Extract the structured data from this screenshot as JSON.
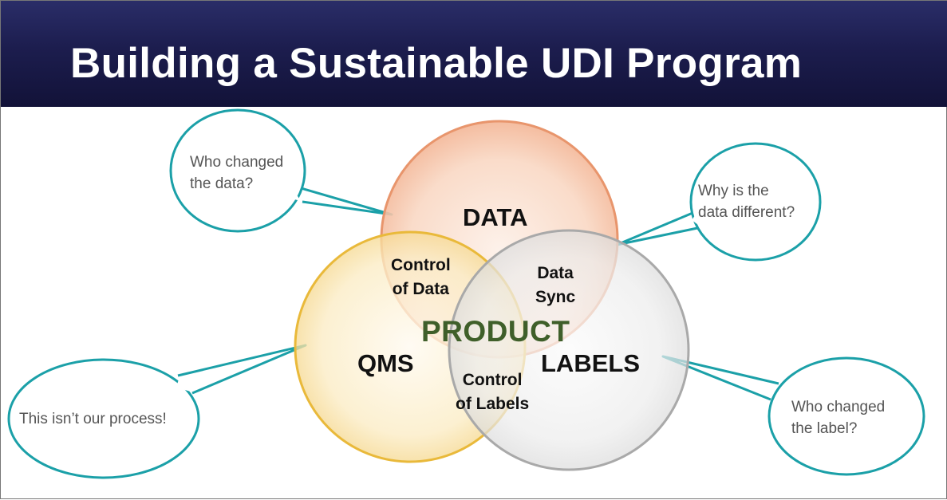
{
  "slide": {
    "title": "Building a Sustainable UDI Program"
  },
  "diagram": {
    "circles": {
      "data": "DATA",
      "qms": "QMS",
      "labels": "LABELS"
    },
    "overlaps": {
      "control_of_data": "Control\nof Data",
      "data_sync": "Data\nSync",
      "control_of_labels": "Control\nof Labels"
    },
    "center": "PRODUCT"
  },
  "bubbles": {
    "top_left": "Who changed\nthe data?",
    "top_right": "Why is the\ndata different?",
    "bottom_left": "This isn’t our process!",
    "bottom_right": "Who changed\nthe label?"
  },
  "colors": {
    "header": "#1c1d4e",
    "bubble_stroke": "#1ba0a8",
    "data_circle": "#f0a27e",
    "qms_circle": "#f2c64f",
    "labels_circle": "#c4c4c4",
    "center_text": "#3f5f2a"
  }
}
